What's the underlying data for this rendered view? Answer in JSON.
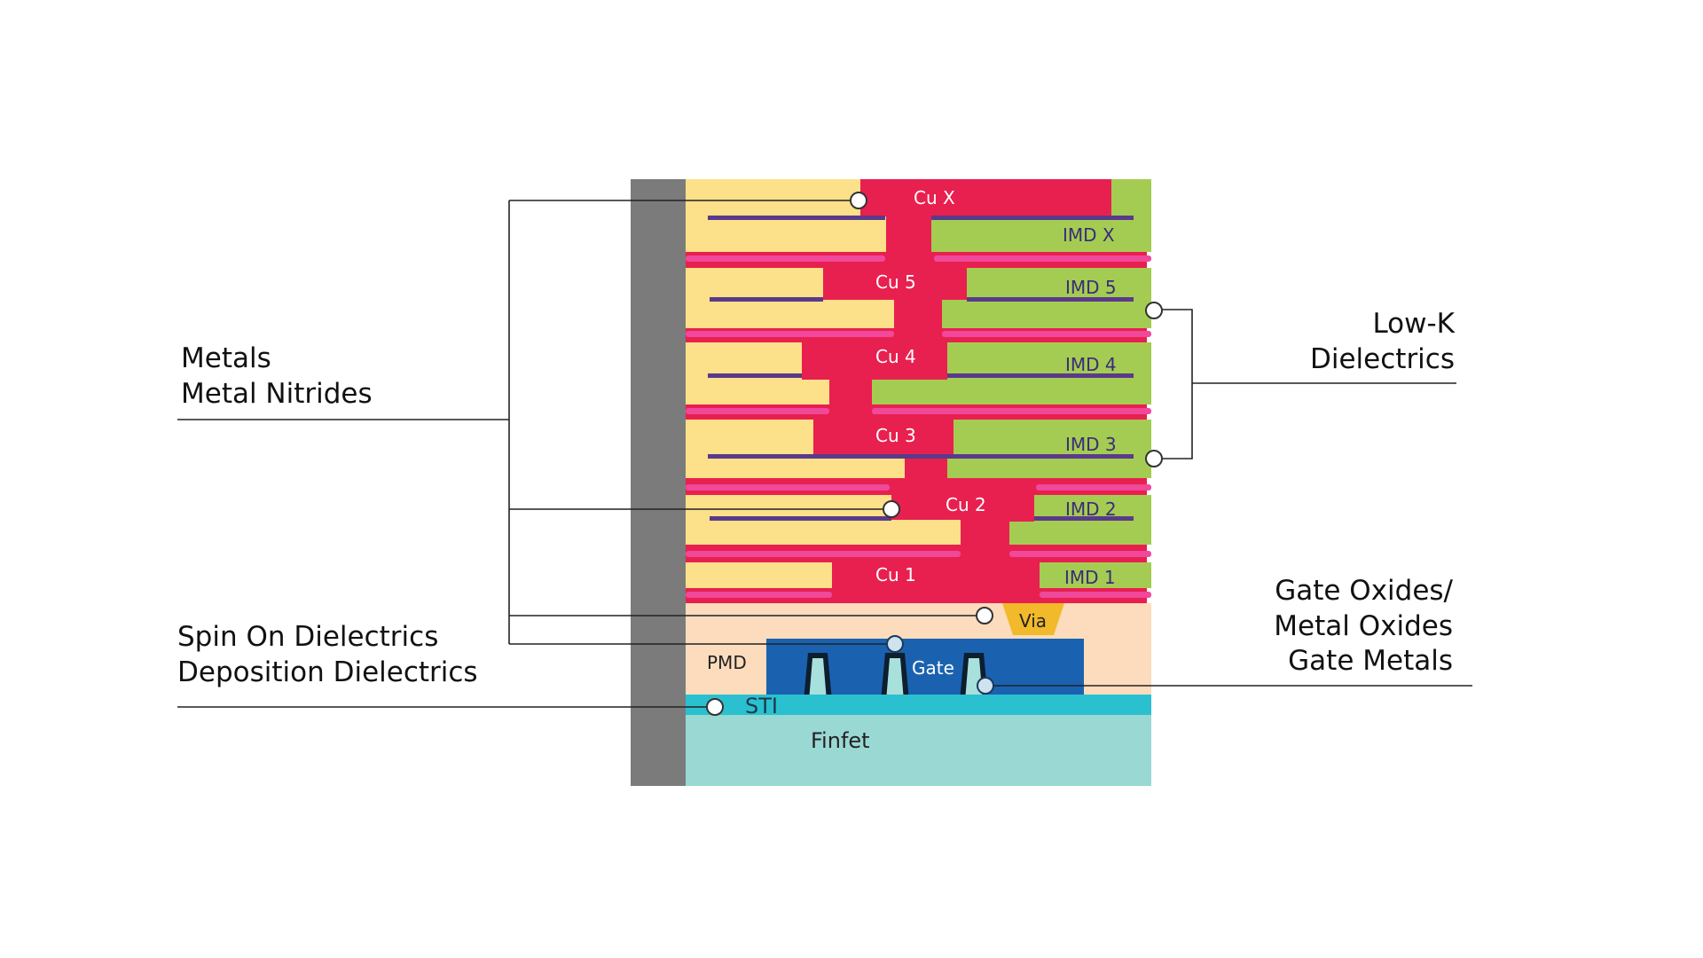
{
  "layers": {
    "cu_x": "Cu X",
    "cu_5": "Cu 5",
    "cu_4": "Cu 4",
    "cu_3": "Cu 3",
    "cu_2": "Cu 2",
    "cu_1": "Cu 1",
    "imd_x": "IMD X",
    "imd_5": "IMD 5",
    "imd_4": "IMD 4",
    "imd_3": "IMD 3",
    "imd_2": "IMD 2",
    "imd_1": "IMD 1",
    "via": "Via",
    "pmd": "PMD",
    "gate": "Gate",
    "sti": "STI",
    "finfet": "Finfet"
  },
  "callouts": {
    "metals": {
      "line1": "Metals",
      "line2": "Metal Nitrides"
    },
    "spin_on": {
      "line1": "Spin On Dielectrics",
      "line2": "Deposition Dielectrics"
    },
    "low_k": {
      "line1": "Low-K",
      "line2": "Dielectrics"
    },
    "gate_oxides": {
      "line1": "Gate Oxides/",
      "line2": "Metal Oxides",
      "line3": "Gate Metals"
    }
  },
  "colors": {
    "copper": "#e8204f",
    "low_k": "#a4cc52",
    "spin_on": "#fde08a",
    "barrier": "#5a3a8a",
    "cap": "#f0489a",
    "pmd": "#fcdcbc",
    "gate": "#1a62b0",
    "via": "#f2b92a",
    "sti": "#2ac0d0",
    "finfet": "#9ad8d4",
    "wall": "#7b7b7b"
  }
}
